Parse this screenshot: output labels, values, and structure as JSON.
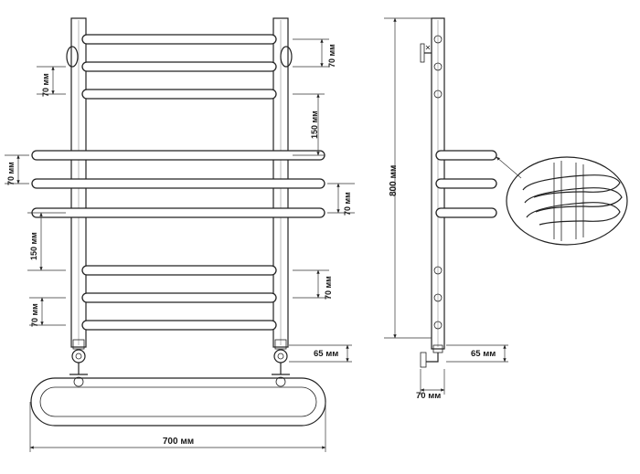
{
  "front_view": {
    "width_label": "700 мм",
    "bottom_offset_label": "65 мм",
    "left_dims": [
      "70 мм",
      "70 мм",
      "150 мм",
      "70 мм"
    ],
    "right_dims": [
      "70 мм",
      "150 мм",
      "70 мм",
      "70 мм"
    ]
  },
  "side_view": {
    "height_label": "800 мм",
    "bottom_offset_label": "65 мм",
    "depth_label": "70 мм"
  },
  "detail": {
    "icon": "rail-bend-detail-icon"
  }
}
